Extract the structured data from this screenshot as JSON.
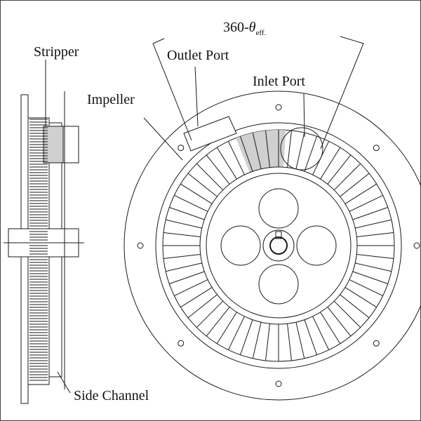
{
  "labels": {
    "stripper": "Stripper",
    "outlet_port": "Outlet Port",
    "inlet_port": "Inlet Port",
    "impeller": "Impeller",
    "side_channel": "Side Channel",
    "angle_base": "360-",
    "angle_theta": "θ",
    "angle_sub": "eff."
  },
  "colors": {
    "line": "#1a1a1a",
    "hatch": "#d0d0d0",
    "background": "#ffffff"
  },
  "impeller": {
    "blade_count": 56
  }
}
